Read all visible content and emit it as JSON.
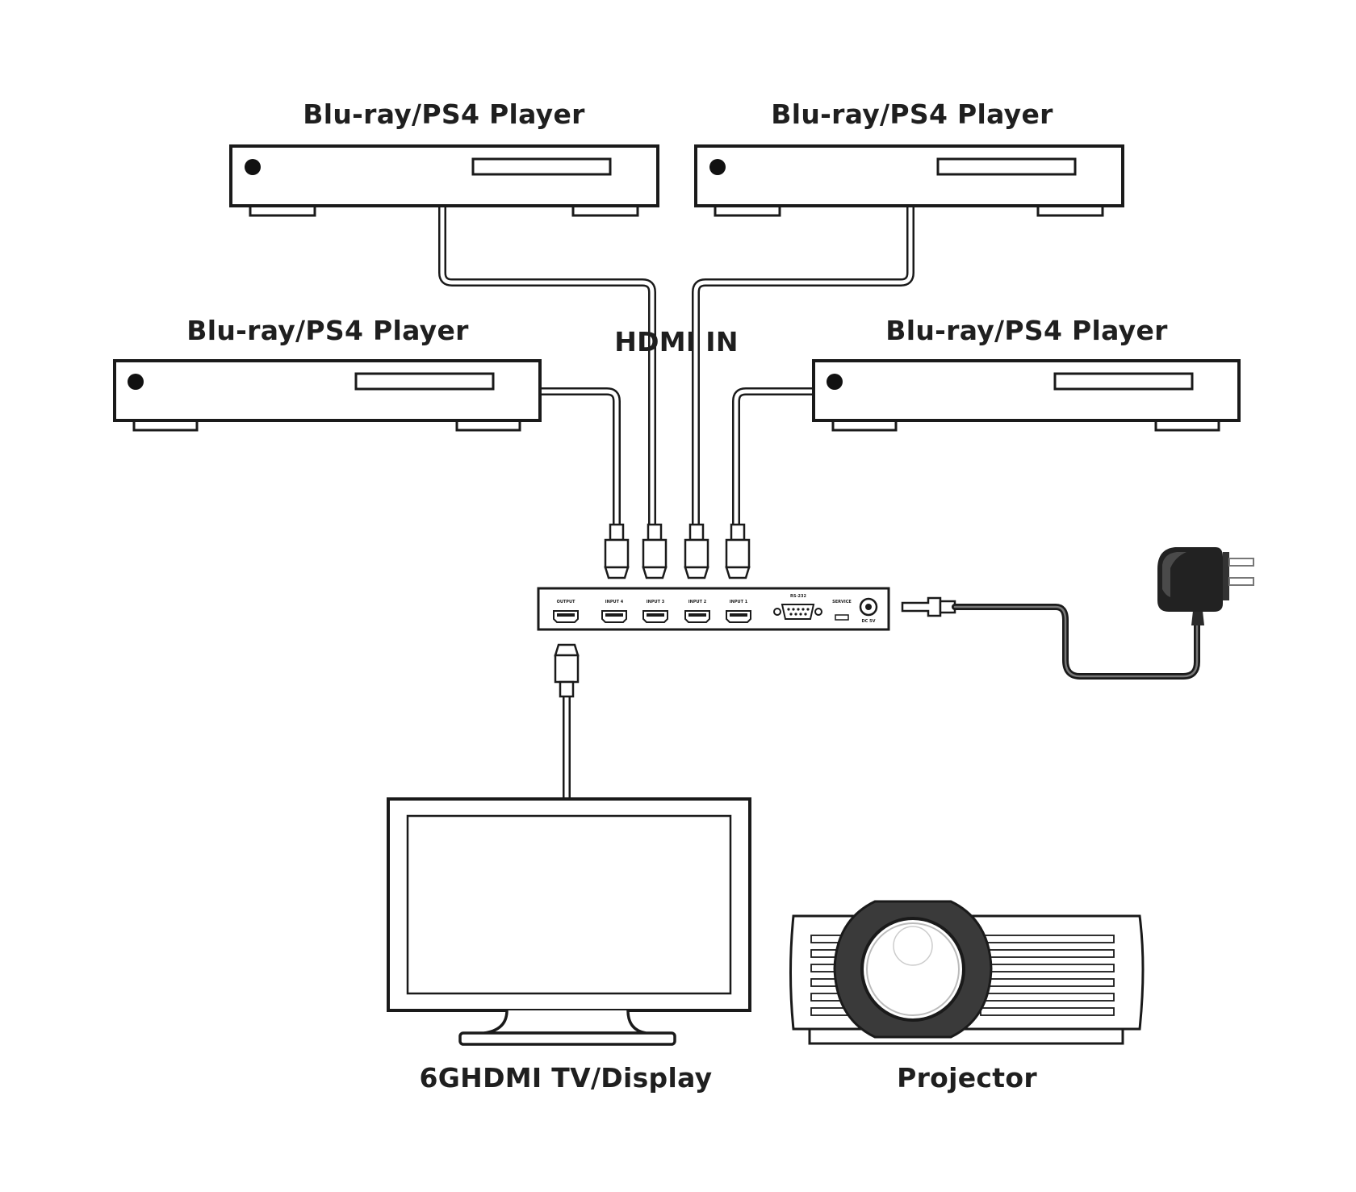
{
  "labels": {
    "player_top_left": "Blu-ray/PS4 Player",
    "player_top_right": "Blu-ray/PS4 Player",
    "player_mid_left": "Blu-ray/PS4 Player",
    "player_mid_right": "Blu-ray/PS4 Player",
    "hdmi_in": "HDMI IN",
    "tv": "6GHDMI TV/Display",
    "projector": "Projector"
  },
  "switch_ports": {
    "output": "OUTPUT",
    "input4": "INPUT 4",
    "input3": "INPUT 3",
    "input2": "INPUT 2",
    "input1": "INPUT 1",
    "rs232": "RS-232",
    "service": "SERVICE",
    "dc": "DC 5V"
  },
  "colors": {
    "line": "#1a1a1a",
    "background": "#ffffff",
    "lens_ring": "#3a3a3a",
    "adapter": "#222222"
  }
}
